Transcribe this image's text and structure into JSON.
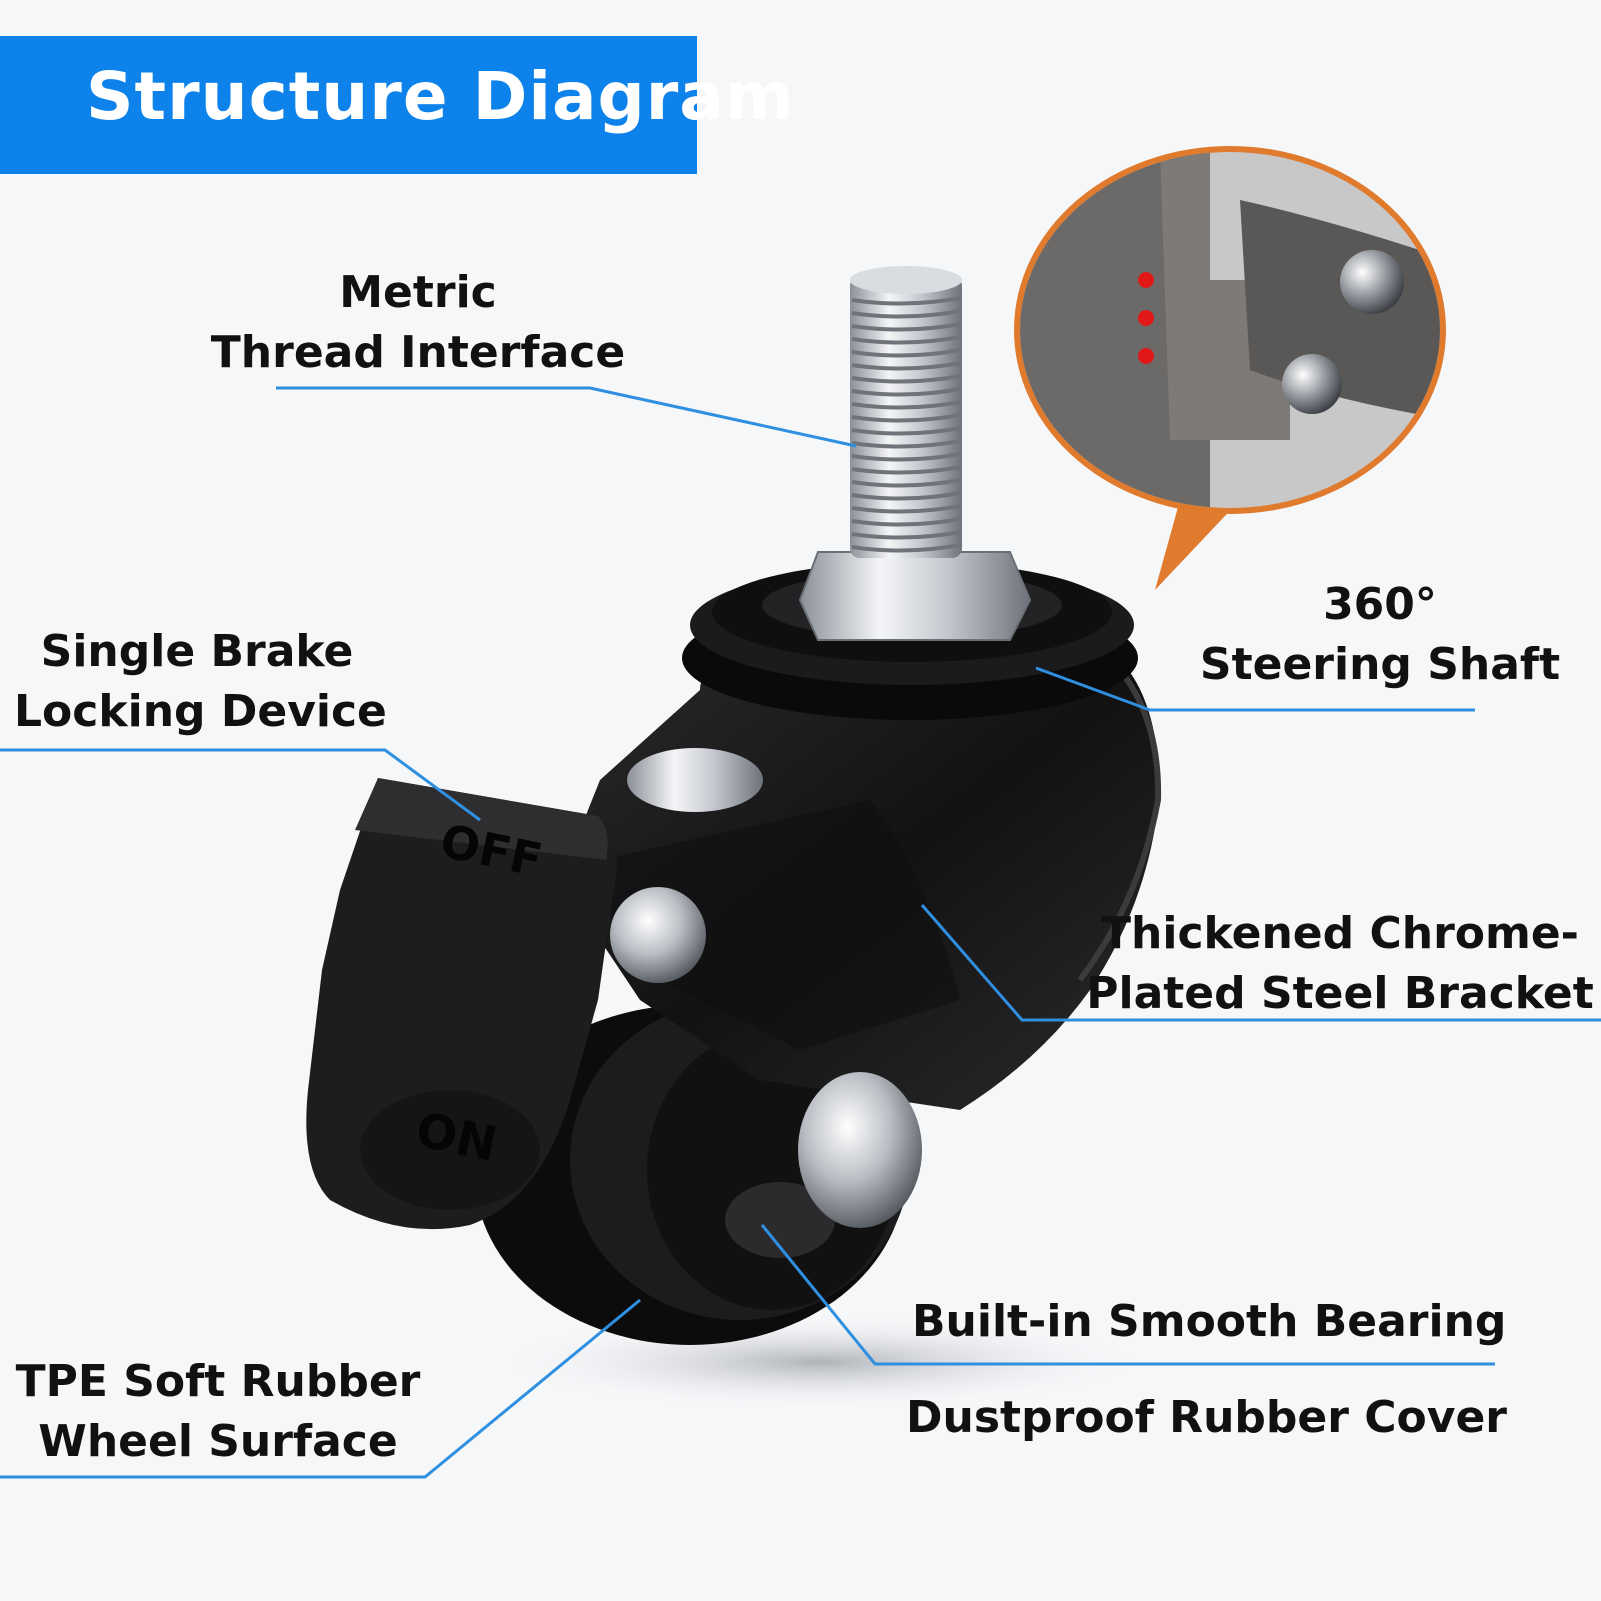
{
  "title": "Structure Diagram",
  "colors": {
    "banner": "#0d82ea",
    "leader_line": "#2f8fe0",
    "callout_border": "#e07a2c",
    "caster_body": "#141414",
    "chrome": "#c9ccd1"
  },
  "product": {
    "brake_off": "OFF",
    "brake_on": "ON"
  },
  "labels": {
    "metric_thread": {
      "line1": "Metric",
      "line2": "Thread Interface"
    },
    "single_brake": {
      "line1": "Single Brake",
      "line2": "Locking Device"
    },
    "steering_shaft": {
      "line1": "360°",
      "line2": "Steering Shaft"
    },
    "bracket": {
      "line1": "Thickened Chrome-",
      "line2": "Plated Steel Bracket"
    },
    "bearing": "Built-in Smooth Bearing",
    "dust_cover": "Dustproof Rubber Cover",
    "wheel_surface": {
      "line1": "TPE Soft Rubber",
      "line2": "Wheel Surface"
    }
  }
}
